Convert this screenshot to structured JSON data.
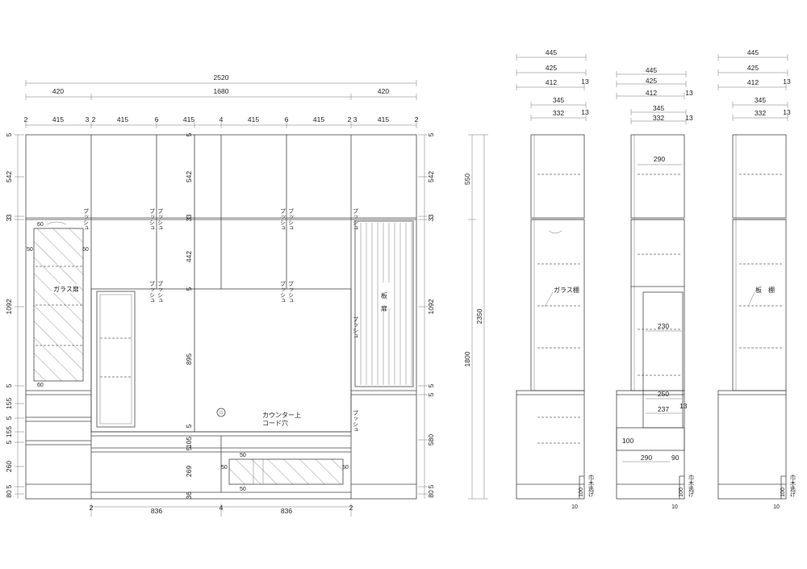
{
  "front": {
    "total_width": "2520",
    "split": [
      "420",
      "1680",
      "420"
    ],
    "top_row": [
      {
        "t": "2"
      },
      {
        "t": "415"
      },
      {
        "t": "3"
      },
      {
        "t": "2"
      },
      {
        "t": "415"
      },
      {
        "t": "6"
      },
      {
        "t": "415"
      },
      {
        "t": "4"
      },
      {
        "t": "415"
      },
      {
        "t": "6"
      },
      {
        "t": "415"
      },
      {
        "t": "2"
      },
      {
        "t": "3"
      },
      {
        "t": "415"
      },
      {
        "t": "2"
      }
    ],
    "left_dims": [
      "5",
      "542",
      "3",
      "3",
      "1092",
      "5",
      "155",
      "5",
      "155",
      "5",
      "260",
      "5",
      "80"
    ],
    "right_dims": [
      "5",
      "542",
      "3",
      "3",
      "1092",
      "5",
      "5",
      "580",
      "5",
      "80"
    ],
    "inner_dims": [
      "5",
      "542",
      "3",
      "3",
      "442",
      "5",
      "895",
      "5",
      "105",
      "5",
      "269",
      "36"
    ],
    "bottom_dims": [
      "2",
      "836",
      "4",
      "836",
      "2"
    ],
    "push": "プッシュ",
    "glass_door": "ガラス扉",
    "board_door": "板　扉",
    "cord_hole_1": "カウンター上",
    "cord_hole_2": "コード穴",
    "small_marks": [
      "60",
      "50",
      "50",
      "60",
      "50",
      "50",
      "50",
      "50"
    ]
  },
  "heights": {
    "upper": "550",
    "lower": "1800",
    "total": "2350"
  },
  "side_a": {
    "widths": [
      "445",
      "425",
      "412",
      "13",
      "345",
      "13",
      "332"
    ],
    "glass_shelf": "ガラス棚",
    "skirting": "巾木逃げ",
    "skirting_dims": [
      "100",
      "10"
    ]
  },
  "side_b": {
    "widths": [
      "445",
      "425",
      "412",
      "13",
      "345",
      "332",
      "13"
    ],
    "inner": [
      "290",
      "230",
      "250",
      "13",
      "237",
      "100",
      "290",
      "90"
    ],
    "skirting": "巾木逃げ",
    "skirting_dims": [
      "100",
      "10"
    ]
  },
  "side_c": {
    "widths": [
      "445",
      "425",
      "412",
      "13",
      "345",
      "13",
      "332"
    ],
    "board_shelf": "板　棚",
    "skirting": "巾木逃げ",
    "skirting_dims": [
      "100",
      "10"
    ]
  }
}
